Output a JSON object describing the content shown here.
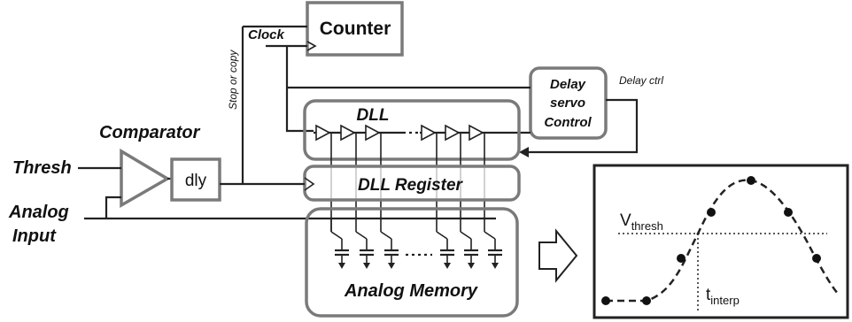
{
  "labels": {
    "counter": "Counter",
    "clock": "Clock",
    "stop_or_copy": "Stop or copy",
    "delay_servo_line1": "Delay",
    "delay_servo_line2": "servo",
    "delay_servo_line3": "Control",
    "delay_ctrl": "Delay ctrl",
    "dll": "DLL",
    "comparator": "Comparator",
    "thresh": "Thresh",
    "dly": "dly",
    "dll_register": "DLL Register",
    "analog_line1": "Analog",
    "analog_line2": "Input",
    "analog_memory": "Analog Memory",
    "v_thresh_base": "V",
    "v_thresh_sub": "thresh",
    "t_interp_base": "t",
    "t_interp_sub": "interp"
  }
}
